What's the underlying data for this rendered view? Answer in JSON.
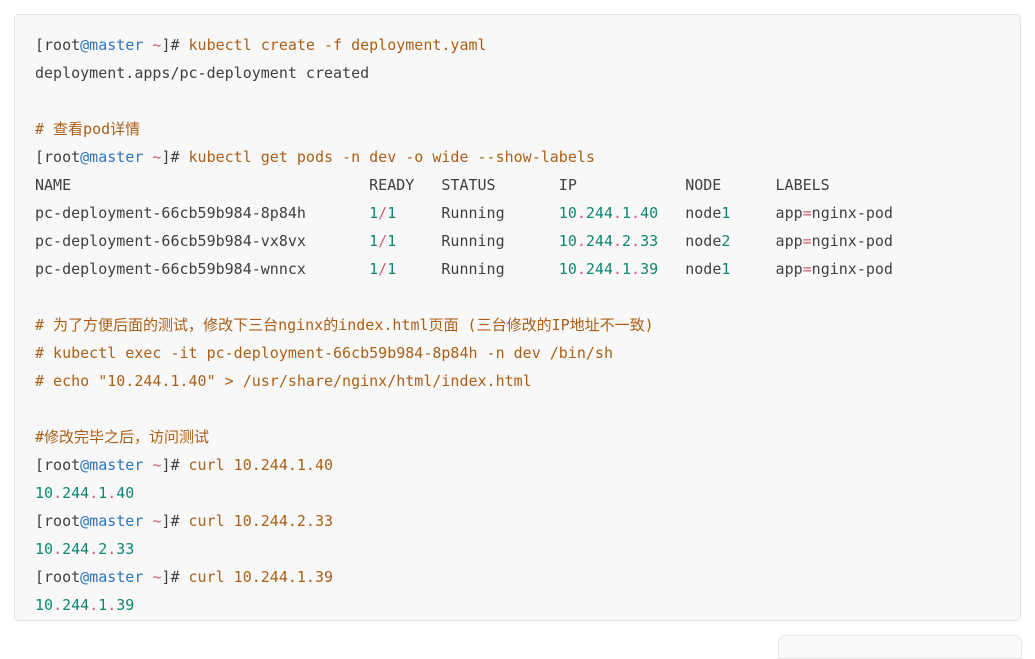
{
  "page": {
    "background": "#ffffff"
  },
  "terminal": {
    "background": "#f8f8f8",
    "border_color": "#e1e1e1",
    "colors": {
      "plain": "#3f3f3f",
      "host": "#2e73bf",
      "accent": "#d45b6a",
      "command": "#ab5e15",
      "comment": "#ab5e15",
      "number": "#0e8672"
    },
    "lines": [
      {
        "segments": [
          {
            "t": "[root",
            "c": "plain"
          },
          {
            "t": "@master",
            "c": "host"
          },
          {
            "t": " ",
            "c": "plain"
          },
          {
            "t": "~",
            "c": "accent"
          },
          {
            "t": "]# ",
            "c": "plain"
          },
          {
            "t": "kubectl create -f deployment.yaml",
            "c": "command"
          }
        ]
      },
      {
        "segments": [
          {
            "t": "deployment.apps/pc-deployment created",
            "c": "plain"
          }
        ]
      },
      {
        "segments": []
      },
      {
        "segments": [
          {
            "t": "# 查看pod详情",
            "c": "comment"
          }
        ]
      },
      {
        "segments": [
          {
            "t": "[root",
            "c": "plain"
          },
          {
            "t": "@master",
            "c": "host"
          },
          {
            "t": " ",
            "c": "plain"
          },
          {
            "t": "~",
            "c": "accent"
          },
          {
            "t": "]# ",
            "c": "plain"
          },
          {
            "t": "kubectl get pods -n dev -o wide --show-labels",
            "c": "command"
          }
        ]
      },
      {
        "segments": [
          {
            "t": "NAME                                 READY   STATUS       IP            NODE      LABELS",
            "c": "plain"
          }
        ]
      },
      {
        "segments": [
          {
            "t": "pc-deployment-66cb59b984-8p84h       ",
            "c": "plain"
          },
          {
            "t": "1",
            "c": "number"
          },
          {
            "t": "/",
            "c": "accent"
          },
          {
            "t": "1",
            "c": "number"
          },
          {
            "t": "     Running      ",
            "c": "plain"
          },
          {
            "t": "10",
            "c": "number"
          },
          {
            "t": ".",
            "c": "accent"
          },
          {
            "t": "244",
            "c": "number"
          },
          {
            "t": ".",
            "c": "accent"
          },
          {
            "t": "1",
            "c": "number"
          },
          {
            "t": ".",
            "c": "accent"
          },
          {
            "t": "40",
            "c": "number"
          },
          {
            "t": "   node",
            "c": "plain"
          },
          {
            "t": "1",
            "c": "number"
          },
          {
            "t": "     app",
            "c": "plain"
          },
          {
            "t": "=",
            "c": "accent"
          },
          {
            "t": "nginx-pod",
            "c": "plain"
          }
        ]
      },
      {
        "segments": [
          {
            "t": "pc-deployment-66cb59b984-vx8vx       ",
            "c": "plain"
          },
          {
            "t": "1",
            "c": "number"
          },
          {
            "t": "/",
            "c": "accent"
          },
          {
            "t": "1",
            "c": "number"
          },
          {
            "t": "     Running      ",
            "c": "plain"
          },
          {
            "t": "10",
            "c": "number"
          },
          {
            "t": ".",
            "c": "accent"
          },
          {
            "t": "244",
            "c": "number"
          },
          {
            "t": ".",
            "c": "accent"
          },
          {
            "t": "2",
            "c": "number"
          },
          {
            "t": ".",
            "c": "accent"
          },
          {
            "t": "33",
            "c": "number"
          },
          {
            "t": "   node",
            "c": "plain"
          },
          {
            "t": "2",
            "c": "number"
          },
          {
            "t": "     app",
            "c": "plain"
          },
          {
            "t": "=",
            "c": "accent"
          },
          {
            "t": "nginx-pod",
            "c": "plain"
          }
        ]
      },
      {
        "segments": [
          {
            "t": "pc-deployment-66cb59b984-wnncx       ",
            "c": "plain"
          },
          {
            "t": "1",
            "c": "number"
          },
          {
            "t": "/",
            "c": "accent"
          },
          {
            "t": "1",
            "c": "number"
          },
          {
            "t": "     Running      ",
            "c": "plain"
          },
          {
            "t": "10",
            "c": "number"
          },
          {
            "t": ".",
            "c": "accent"
          },
          {
            "t": "244",
            "c": "number"
          },
          {
            "t": ".",
            "c": "accent"
          },
          {
            "t": "1",
            "c": "number"
          },
          {
            "t": ".",
            "c": "accent"
          },
          {
            "t": "39",
            "c": "number"
          },
          {
            "t": "   node",
            "c": "plain"
          },
          {
            "t": "1",
            "c": "number"
          },
          {
            "t": "     app",
            "c": "plain"
          },
          {
            "t": "=",
            "c": "accent"
          },
          {
            "t": "nginx-pod",
            "c": "plain"
          }
        ]
      },
      {
        "segments": []
      },
      {
        "segments": [
          {
            "t": "# 为了方便后面的测试，修改下三台nginx的index.html页面 (三台修改的IP地址不一致)",
            "c": "comment"
          }
        ]
      },
      {
        "segments": [
          {
            "t": "# kubectl exec -it pc-deployment-66cb59b984-8p84h -n dev /bin/sh",
            "c": "comment"
          }
        ]
      },
      {
        "segments": [
          {
            "t": "# echo \"10.244.1.40\" > /usr/share/nginx/html/index.html",
            "c": "comment"
          }
        ]
      },
      {
        "segments": []
      },
      {
        "segments": [
          {
            "t": "#修改完毕之后，访问测试",
            "c": "comment"
          }
        ]
      },
      {
        "segments": [
          {
            "t": "[root",
            "c": "plain"
          },
          {
            "t": "@master",
            "c": "host"
          },
          {
            "t": " ",
            "c": "plain"
          },
          {
            "t": "~",
            "c": "accent"
          },
          {
            "t": "]# ",
            "c": "plain"
          },
          {
            "t": "curl 10.244.1.40",
            "c": "command"
          }
        ]
      },
      {
        "segments": [
          {
            "t": "10",
            "c": "number"
          },
          {
            "t": ".",
            "c": "accent"
          },
          {
            "t": "244",
            "c": "number"
          },
          {
            "t": ".",
            "c": "accent"
          },
          {
            "t": "1",
            "c": "number"
          },
          {
            "t": ".",
            "c": "accent"
          },
          {
            "t": "40",
            "c": "number"
          }
        ]
      },
      {
        "segments": [
          {
            "t": "[root",
            "c": "plain"
          },
          {
            "t": "@master",
            "c": "host"
          },
          {
            "t": " ",
            "c": "plain"
          },
          {
            "t": "~",
            "c": "accent"
          },
          {
            "t": "]# ",
            "c": "plain"
          },
          {
            "t": "curl 10.244.2.33",
            "c": "command"
          }
        ]
      },
      {
        "segments": [
          {
            "t": "10",
            "c": "number"
          },
          {
            "t": ".",
            "c": "accent"
          },
          {
            "t": "244",
            "c": "number"
          },
          {
            "t": ".",
            "c": "accent"
          },
          {
            "t": "2",
            "c": "number"
          },
          {
            "t": ".",
            "c": "accent"
          },
          {
            "t": "33",
            "c": "number"
          }
        ]
      },
      {
        "segments": [
          {
            "t": "[root",
            "c": "plain"
          },
          {
            "t": "@master",
            "c": "host"
          },
          {
            "t": " ",
            "c": "plain"
          },
          {
            "t": "~",
            "c": "accent"
          },
          {
            "t": "]# ",
            "c": "plain"
          },
          {
            "t": "curl 10.244.1.39",
            "c": "command"
          }
        ]
      },
      {
        "segments": [
          {
            "t": "10",
            "c": "number"
          },
          {
            "t": ".",
            "c": "accent"
          },
          {
            "t": "244",
            "c": "number"
          },
          {
            "t": ".",
            "c": "accent"
          },
          {
            "t": "1",
            "c": "number"
          },
          {
            "t": ".",
            "c": "accent"
          },
          {
            "t": "39",
            "c": "number"
          }
        ]
      }
    ]
  },
  "next_block": {
    "background": "#fafafa",
    "border_color": "#e6e6e6"
  }
}
